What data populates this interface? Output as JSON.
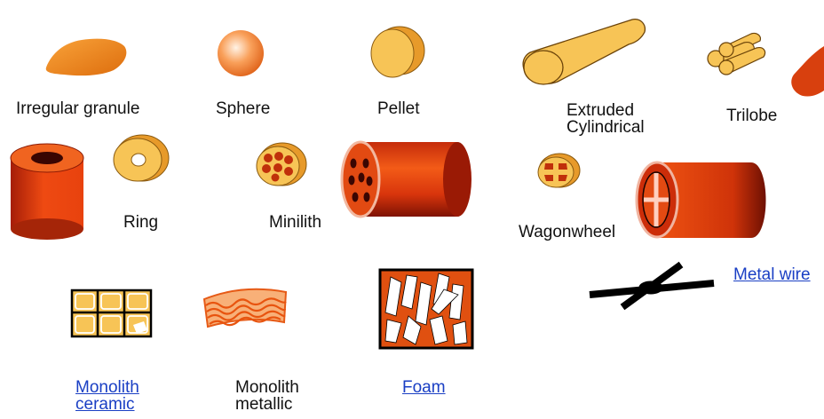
{
  "labels": {
    "irregular_granule": "Irregular granule",
    "sphere": "Sphere",
    "pellet": "Pellet",
    "extruded_line1": "Extruded",
    "extruded_line2": "Cylindrical",
    "trilobe": "Trilobe",
    "ring": "Ring",
    "minilith": "Minilith",
    "wagonwheel": "Wagonwheel",
    "metal_wire": "Metal wire",
    "monolith_ceramic_line1": "Monolith",
    "monolith_ceramic_line2": "ceramic",
    "monolith_metallic_line1": "Monolith",
    "monolith_metallic_line2": "metallic",
    "foam": "Foam"
  },
  "colors": {
    "light_orange": "#f7c456",
    "mid_orange": "#f28a1e",
    "dark_orange": "#e35a10",
    "red": "#d63a12",
    "link": "#1a3fc4",
    "black": "#000000"
  }
}
